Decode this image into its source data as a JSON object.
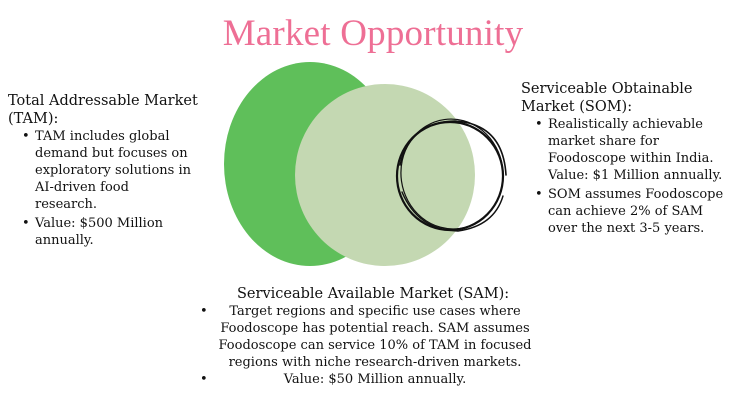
{
  "title": "Market Opportunity",
  "colors": {
    "title": "#ee6f95",
    "tam_circle": "#5fbf5a",
    "sam_circle": "#c4d8b2",
    "som_ring": "#111111"
  },
  "tam": {
    "heading": "Total Addressable Market (TAM):",
    "bullets": [
      "TAM includes global demand but focuses on exploratory solutions in AI-driven food research.",
      "Value: $500 Million annually."
    ]
  },
  "som": {
    "heading": "Serviceable Obtainable Market (SOM):",
    "bullets": [
      "Realistically achievable market share for Foodoscope within India. Value: $1 Million annually.",
      "SOM assumes Foodoscope can achieve 2% of SAM over the next 3-5 years."
    ]
  },
  "sam": {
    "heading": "Serviceable Available Market (SAM):",
    "bullets": [
      "Target regions and specific use cases where Foodoscope has potential reach. SAM assumes Foodoscope can service 10% of TAM in focused regions with niche research-driven markets.",
      "Value: $50 Million annually."
    ]
  }
}
